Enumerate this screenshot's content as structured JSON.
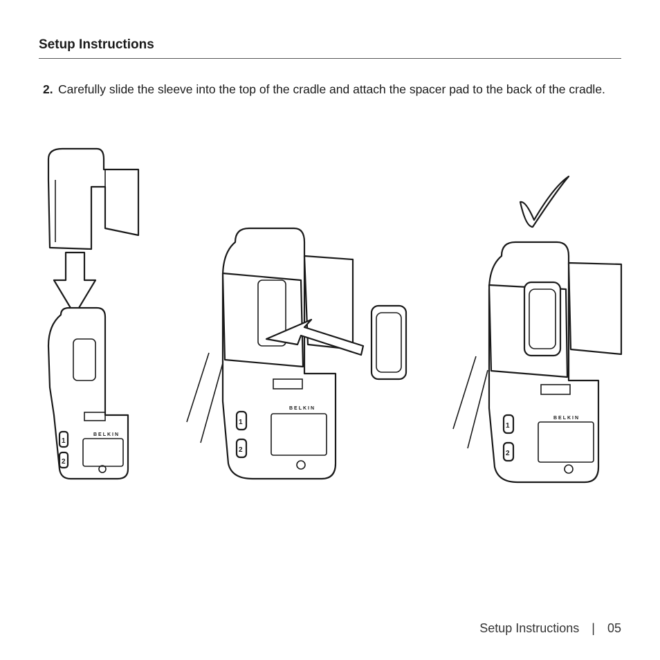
{
  "header": {
    "title": "Setup Instructions"
  },
  "step": {
    "number": "2.",
    "text": "Carefully slide the sleeve into the top of the cradle and attach the spacer pad to the back of the cradle."
  },
  "illustration": {
    "brand_label": "BELKIN",
    "button_1": "1",
    "button_2": "2",
    "icons": [
      "down-arrow-icon",
      "insert-arrow-icon",
      "checkmark-icon",
      "reset-icon"
    ]
  },
  "footer": {
    "section": "Setup Instructions",
    "separator": "|",
    "page": "05"
  }
}
